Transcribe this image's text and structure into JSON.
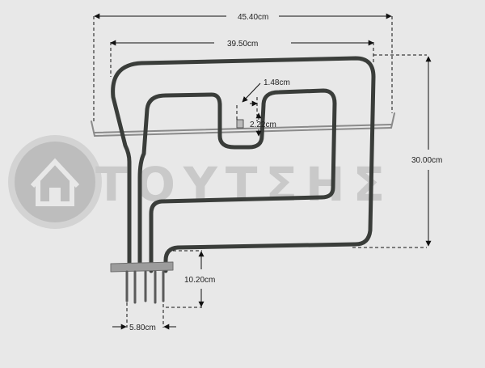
{
  "watermark": {
    "brand": "ΤΟΥΤΣΗΣ",
    "logo_icon": "house-icon"
  },
  "dimensions": {
    "overall_width": "45.40cm",
    "element_width": "39.50cm",
    "slot_width": "1.48cm",
    "slot_depth": "2.22cm",
    "height": "30.00cm",
    "terminal_length": "10.20cm",
    "terminal_spacing": "5.80cm"
  },
  "colors": {
    "background": "#e8e8e8",
    "element": "#3a3d3a",
    "dimension_line": "#111111",
    "watermark": "#cfcfcf"
  }
}
